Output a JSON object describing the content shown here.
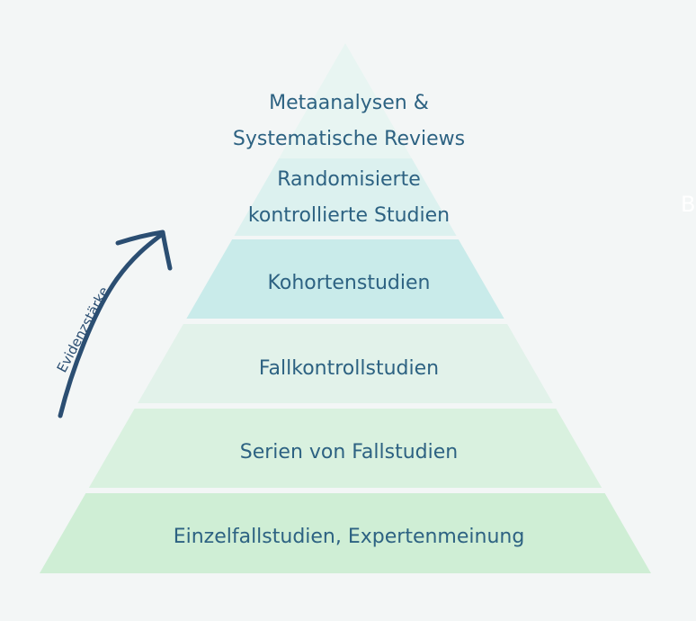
{
  "tiers": [
    {
      "lines": [
        "Metaanalysen &",
        "Systematische Reviews"
      ],
      "color": "#e8f5f2"
    },
    {
      "lines": [
        "Randomisierte",
        "kontrollierte Studien"
      ],
      "color": "#dcf1ef"
    },
    {
      "lines": [
        "Kohortenstudien"
      ],
      "color": "#c9ebea"
    },
    {
      "lines": [
        "Fallkontrollstudien"
      ],
      "color": "#e2f2ea"
    },
    {
      "lines": [
        "Serien von Fallstudien"
      ],
      "color": "#d9f1df"
    },
    {
      "lines": [
        "Einzelfallstudien, Expertenmeinung"
      ],
      "color": "#cfeed5"
    }
  ],
  "arrow": {
    "label": "Evidenzstärke",
    "color": "#2b4e72"
  },
  "edge_glyph": "B",
  "text_color": "#2d6282"
}
